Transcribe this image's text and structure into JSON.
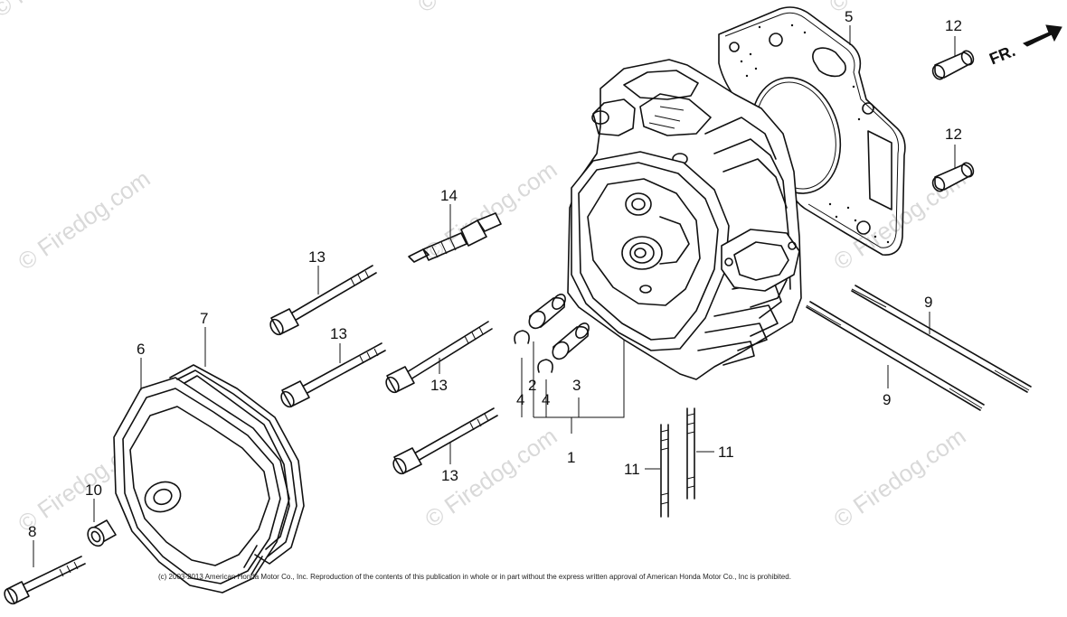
{
  "watermarks": [
    "© Firedog.com",
    "© Firedog.com",
    "© Firedog.com",
    "© Firedog.com",
    "© Firedog.com",
    "© Firedog.com",
    "© Firedog.com",
    "© Firedog.com",
    "© Firedog.com"
  ],
  "front_indicator": "FR.",
  "callouts": {
    "c1": "1",
    "c2": "2",
    "c3": "3",
    "c4a": "4",
    "c4b": "4",
    "c5": "5",
    "c6": "6",
    "c7": "7",
    "c8": "8",
    "c9a": "9",
    "c9b": "9",
    "c10": "10",
    "c11a": "11",
    "c11b": "11",
    "c12a": "12",
    "c12b": "12",
    "c13a": "13",
    "c13b": "13",
    "c13c": "13",
    "c13d": "13",
    "c14": "14"
  },
  "copyright": "(c) 2003-2013 American Honda Motor Co., Inc. Reproduction of the contents of this publication in whole or in part without the express written approval of American Honda Motor Co., Inc is prohibited."
}
